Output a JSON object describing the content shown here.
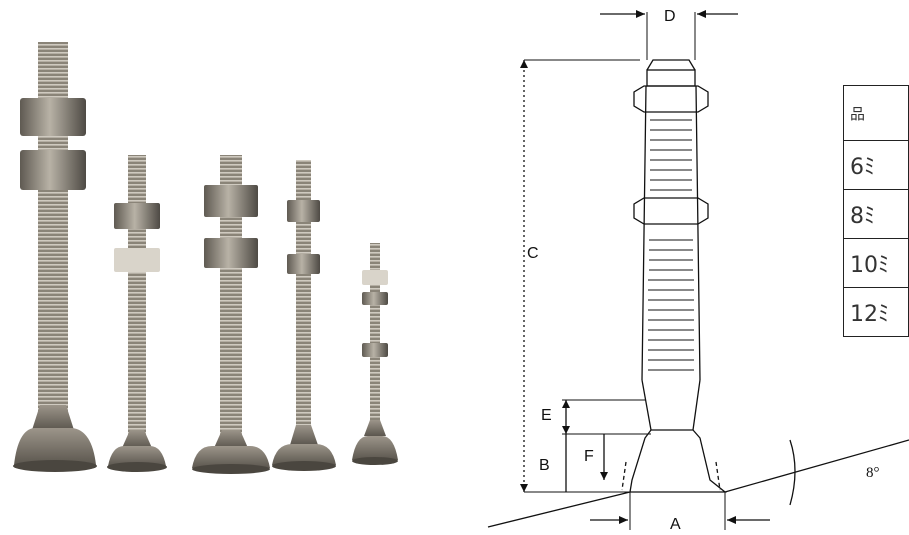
{
  "photo": {
    "items": [
      "leveling-foot-1",
      "leveling-foot-2",
      "leveling-foot-3",
      "leveling-foot-4",
      "leveling-foot-5"
    ]
  },
  "drawing": {
    "labels": {
      "A": "A",
      "B": "B",
      "C": "C",
      "D": "D",
      "E": "E",
      "F": "F"
    },
    "angle": "8°"
  },
  "table": {
    "header": "品",
    "rows": [
      "6ﾐ",
      "8ﾐ",
      "10ﾐ",
      "12ﾐ"
    ]
  }
}
